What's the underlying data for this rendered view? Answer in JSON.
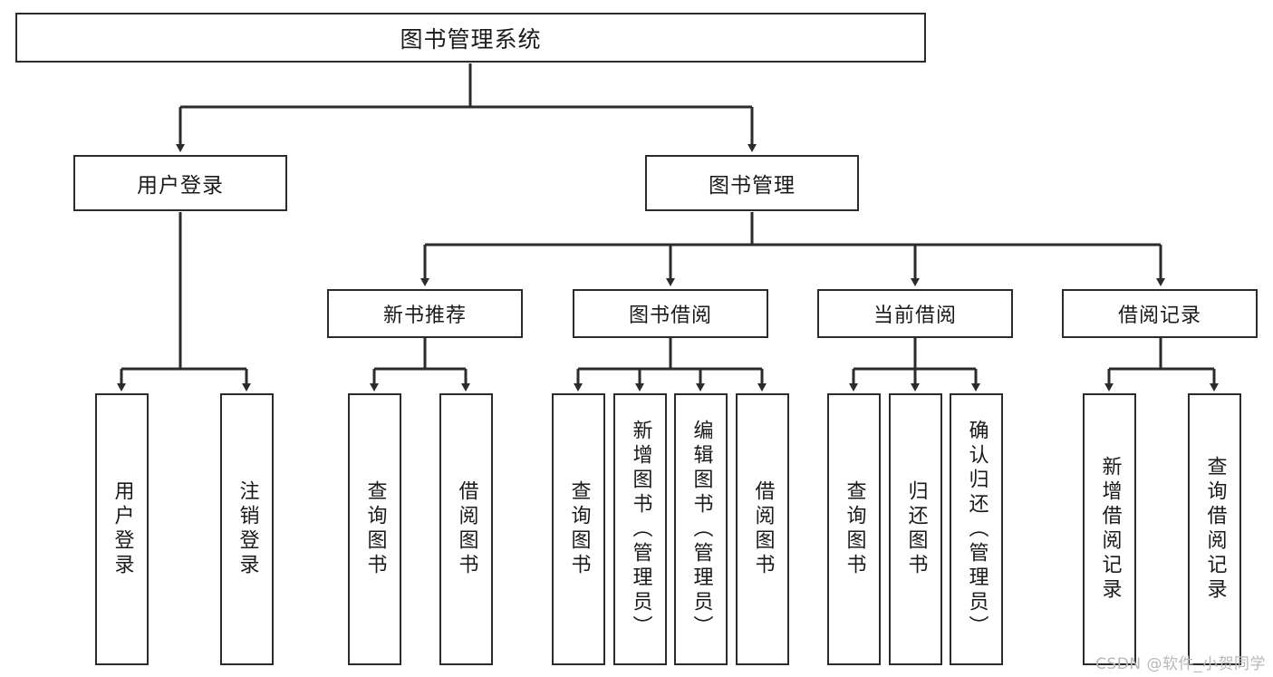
{
  "diagram": {
    "title": "图书管理系统",
    "type": "tree-hierarchy",
    "style": {
      "box_border_color": "#2b2b2b",
      "box_fill_color": "#ffffff",
      "connector_color": "#2b2b2b",
      "text_color": "#1a1a1a",
      "background_color": "#ffffff",
      "watermark_color": "#b8b8b8"
    },
    "root": {
      "label": "图书管理系统"
    },
    "level1": [
      {
        "label": "用户登录"
      },
      {
        "label": "图书管理"
      }
    ],
    "level2": [
      {
        "label": "新书推荐"
      },
      {
        "label": "图书借阅"
      },
      {
        "label": "当前借阅"
      },
      {
        "label": "借阅记录"
      }
    ],
    "leaves": {
      "user_login": [
        {
          "label": "用户登录"
        },
        {
          "label": "注销登录"
        }
      ],
      "new_book_recommend": [
        {
          "label": "查询图书"
        },
        {
          "label": "借阅图书"
        }
      ],
      "book_borrow": [
        {
          "label": "查询图书"
        },
        {
          "label": "新增图书（管理员）"
        },
        {
          "label": "编辑图书（管理员）"
        },
        {
          "label": "借阅图书"
        }
      ],
      "current_borrow": [
        {
          "label": "查询图书"
        },
        {
          "label": "归还图书"
        },
        {
          "label": "确认归还（管理员）"
        }
      ],
      "borrow_record": [
        {
          "label": "新增借阅记录"
        },
        {
          "label": "查询借阅记录"
        }
      ]
    }
  },
  "watermark": {
    "text": "CSDN @软件_小贺同学"
  }
}
